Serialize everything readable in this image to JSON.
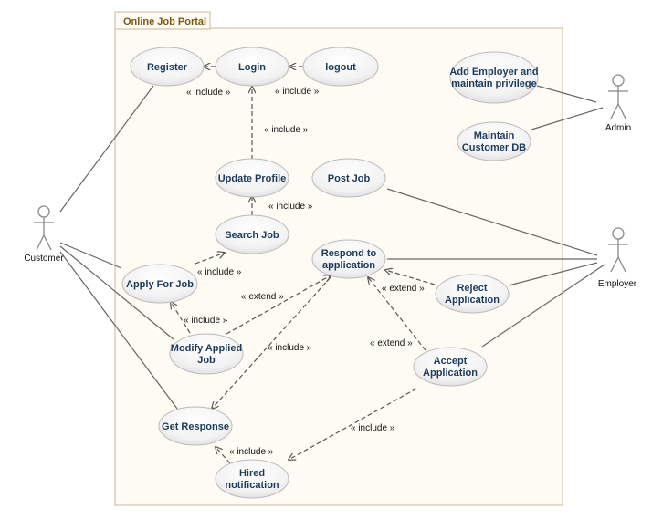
{
  "system": {
    "title": "Online Job Portal"
  },
  "actors": {
    "customer": "Customer",
    "admin": "Admin",
    "employer": "Employer"
  },
  "use_cases": {
    "register": [
      "Register"
    ],
    "login": [
      "Login"
    ],
    "logout": [
      "logout"
    ],
    "update_profile": [
      "Update Profile"
    ],
    "search_job": [
      "Search Job"
    ],
    "post_job": [
      "Post Job"
    ],
    "apply_for_job": [
      "Apply For Job"
    ],
    "respond_to_application": [
      "Respond to",
      "application"
    ],
    "reject_application": [
      "Reject",
      "Application"
    ],
    "modify_applied_job": [
      "Modify Applied",
      "Job"
    ],
    "accept_application": [
      "Accept",
      "Application"
    ],
    "get_response": [
      "Get Response"
    ],
    "hired_notification": [
      "Hired",
      "notification"
    ],
    "add_employer": [
      "Add Employer and",
      "maintain privilege"
    ],
    "maintain_customer_db": [
      "Maintain",
      "Customer DB"
    ]
  },
  "relation_labels": {
    "include": "« include »",
    "extend": "« extend »"
  },
  "colors": {
    "boundary_fill": "#fdfbf3",
    "boundary_stroke": "#c8b89a",
    "usecase_text": "#1c3a5a",
    "line": "#666666"
  }
}
